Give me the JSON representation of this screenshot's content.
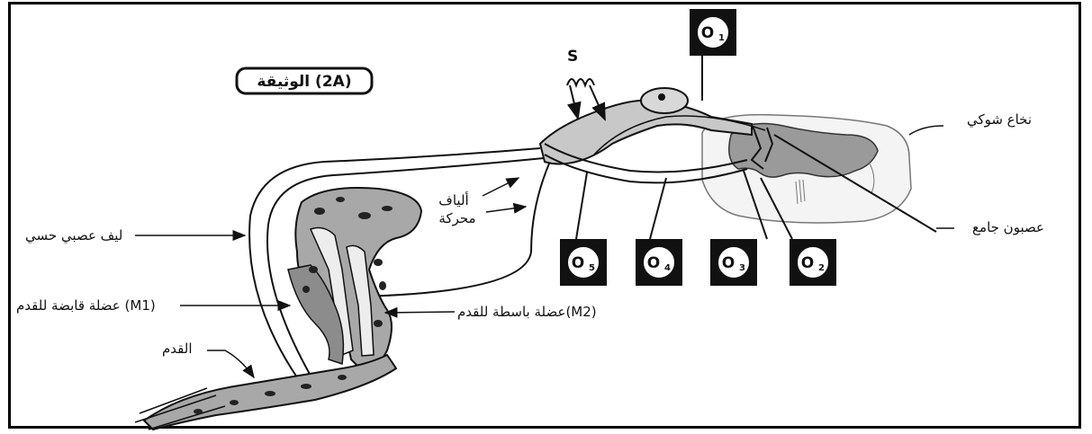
{
  "document_title": "الوثيقة (2A)",
  "stimulus_label": "S",
  "electrodes": [
    {
      "main": "O",
      "sub": "1"
    },
    {
      "main": "O",
      "sub": "2"
    },
    {
      "main": "O",
      "sub": "3"
    },
    {
      "main": "O",
      "sub": "4"
    },
    {
      "main": "O",
      "sub": "5"
    }
  ],
  "labels": {
    "spinal_cord": "نخاع شوكي",
    "interneuron": "عصبون جامع",
    "motor_fibers_line1": "ألياف",
    "motor_fibers_line2": "محركة",
    "sensory_fiber": "ليف عصبي حسي",
    "flexor_muscle": "عضلة قابضة للقدم (M1)",
    "extensor_muscle": "عضلة باسطة للقدم(M2)",
    "foot": "القدم"
  },
  "colors": {
    "ink": "#111111",
    "grey_matter": "#9a9a9a",
    "nerve_fill": "#c8c8c8",
    "muscle_fill": "#a8a8a8",
    "frame": "#000000"
  }
}
